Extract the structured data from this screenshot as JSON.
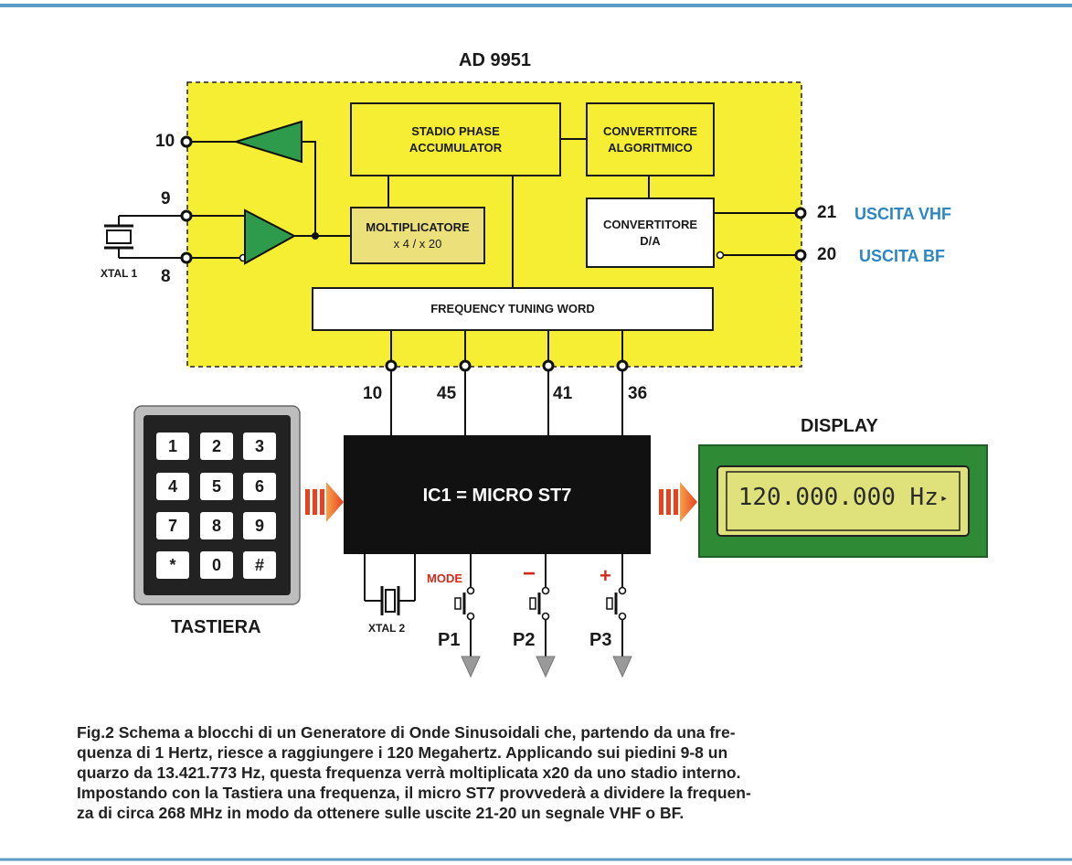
{
  "chip_title": "AD 9951",
  "blocks": {
    "phase": [
      "STADIO PHASE",
      "ACCUMULATOR"
    ],
    "algo": [
      "CONVERTITORE",
      "ALGORITMICO"
    ],
    "mult": [
      "MOLTIPLICATORE",
      "x 4 / x 20"
    ],
    "da": [
      "CONVERTITORE",
      "D/A"
    ],
    "ftw": "FREQUENCY TUNING WORD",
    "micro": "IC1 = MICRO ST7"
  },
  "pins": {
    "p10_left": "10",
    "p9": "9",
    "p8": "8",
    "p21": "21",
    "p20": "20",
    "bus": [
      "10",
      "45",
      "41",
      "36"
    ]
  },
  "outputs": {
    "vhf": "USCITA VHF",
    "bf": "USCITA BF"
  },
  "xtal1": "XTAL 1",
  "xtal2": "XTAL 2",
  "keypad": {
    "label": "TASTIERA",
    "keys": [
      "1",
      "2",
      "3",
      "4",
      "5",
      "6",
      "7",
      "8",
      "9",
      "*",
      "0",
      "#"
    ]
  },
  "display": {
    "label": "DISPLAY",
    "readout": "120.000.000 Hz",
    "arrow_glyph": "▸"
  },
  "buttons": [
    {
      "name": "P1",
      "sign": "MODE"
    },
    {
      "name": "P2",
      "sign": "−"
    },
    {
      "name": "P3",
      "sign": "+"
    }
  ],
  "colors": {
    "chip_fill": "#f5ee33",
    "amp_green": "#2e9a4b",
    "accent_blue": "#2b86c2",
    "accent_red": "#d42a1a",
    "display_green": "#2f8a36",
    "lcd_fill": "#dfe17a",
    "frame_blue": "#5b9bc7"
  },
  "caption": [
    "Fig.2 Schema a blocchi di un Generatore di Onde Sinusoidali che, partendo da una fre-",
    "quenza di 1 Hertz, riesce a raggiungere i 120 Megahertz. Applicando sui piedini 9-8 un",
    "quarzo da 13.421.773 Hz, questa frequenza verrà moltiplicata x20 da uno stadio interno.",
    "Impostando con la Tastiera una frequenza, il micro ST7 provvederà a dividere la frequen-",
    "za di circa 268 MHz in modo da ottenere sulle uscite 21-20 un segnale VHF o BF."
  ]
}
